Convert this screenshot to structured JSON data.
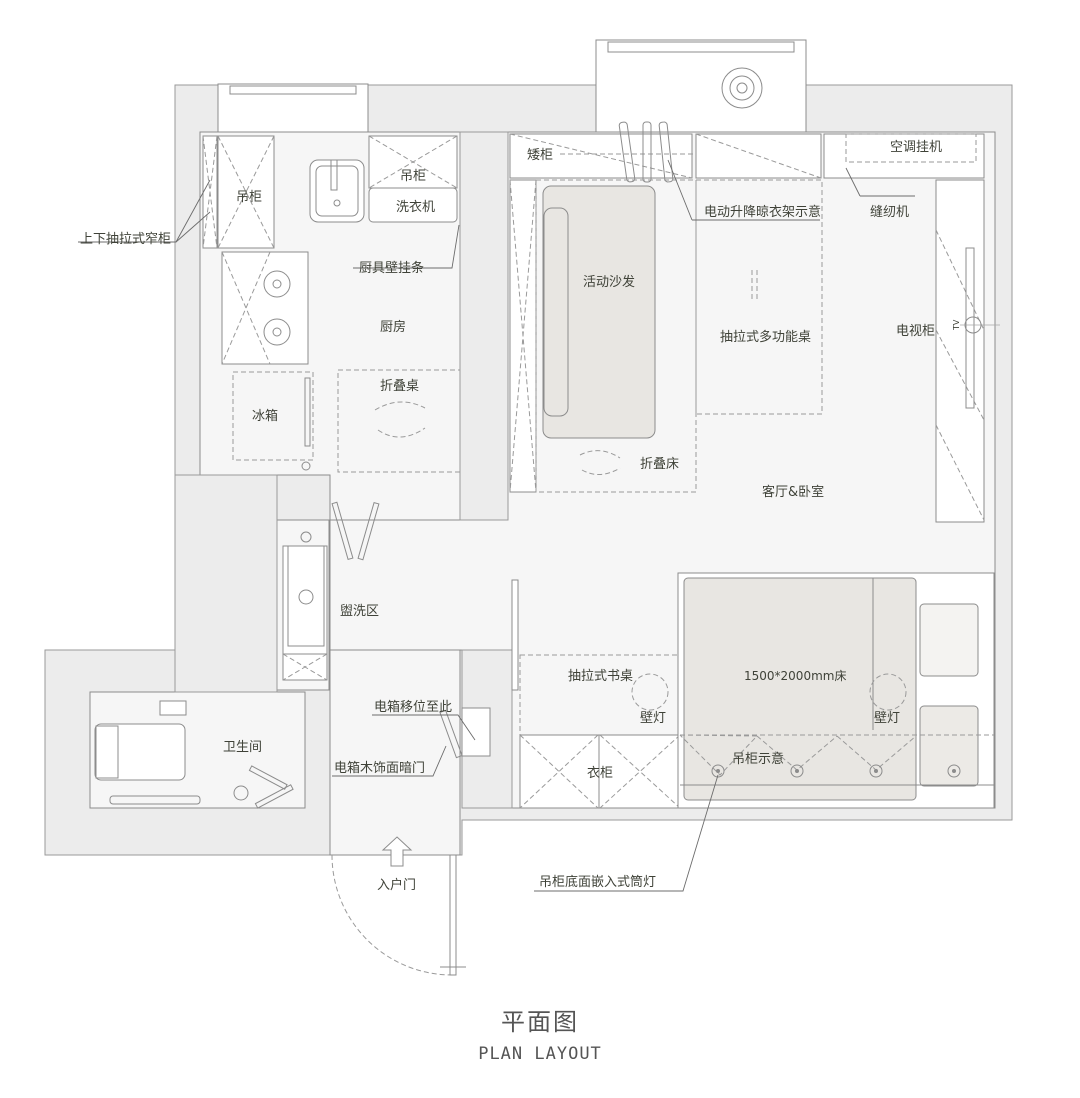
{
  "title": {
    "cn": "平面图",
    "en": "PLAN LAYOUT"
  },
  "rooms": {
    "kitchen": "厨房",
    "living_bedroom": "客厅&卧室",
    "washing_area": "盥洗区",
    "bathroom": "卫生间",
    "entrance_door": "入户门"
  },
  "furniture": {
    "hanging_cabinet_left": "吊柜",
    "hanging_cabinet_top": "吊柜",
    "washing_machine": "洗衣机",
    "fridge": "冰箱",
    "folding_table": "折叠桌",
    "low_cabinet": "矮柜",
    "ac_unit": "空调挂机",
    "movable_sofa": "活动沙发",
    "pullout_multifunction_table": "抽拉式多功能桌",
    "tv_cabinet": "电视柜",
    "folding_bed": "折叠床",
    "pullout_desk": "抽拉式书桌",
    "wall_lamp_left": "壁灯",
    "wall_lamp_right": "壁灯",
    "bed": "1500*2000mm床",
    "wardrobe": "衣柜",
    "hanging_cabinet_note": "吊柜示意",
    "tv_mark": "TV"
  },
  "annotations": {
    "pullout_narrow_cabinet": "上下抽拉式窄柜",
    "kitchen_rail": "厨具壁挂条",
    "electric_drying_rack": "电动升降晾衣架示意",
    "sewing_machine": "缝纫机",
    "electric_box_moved": "电箱移位至此",
    "electric_box_hidden_door": "电箱木饰面暗门",
    "recessed_downlight": "吊柜底面嵌入式筒灯"
  }
}
